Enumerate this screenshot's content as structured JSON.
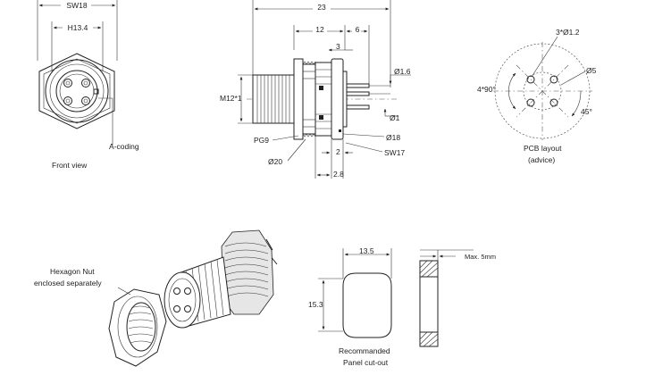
{
  "front_view": {
    "dim_sw": "SW18",
    "dim_h": "H13.4",
    "coding_label": "A-coding",
    "caption": "Front view"
  },
  "side_view": {
    "dim_overall": "23",
    "dim_12": "12",
    "dim_6": "6",
    "dim_3": "3",
    "dim_thread": "M12*1",
    "dim_pin_dia": "Ø1.6",
    "dim_pin_dia2": "Ø1",
    "dim_flange": "Ø18",
    "dim_sw17": "SW17",
    "dim_pg": "PG9",
    "dim_d20": "Ø20",
    "dim_2": "2",
    "dim_2_8": "2.8"
  },
  "pcb_layout": {
    "holes": "3*Ø1.2",
    "circle": "Ø5",
    "angle_4x90": "4*90°",
    "angle_45": "45°",
    "caption_line1": "PCB layout",
    "caption_line2": "(advice)"
  },
  "hex_nut": {
    "label_line1": "Hexagon Nut",
    "label_line2": "enclosed separately"
  },
  "panel_cutout": {
    "dim_width": "13.5",
    "dim_height": "15.3",
    "caption_line1": "Recommanded",
    "caption_line2": "Panel cut-out"
  },
  "panel_section": {
    "max_thickness": "Max. 5mm"
  }
}
